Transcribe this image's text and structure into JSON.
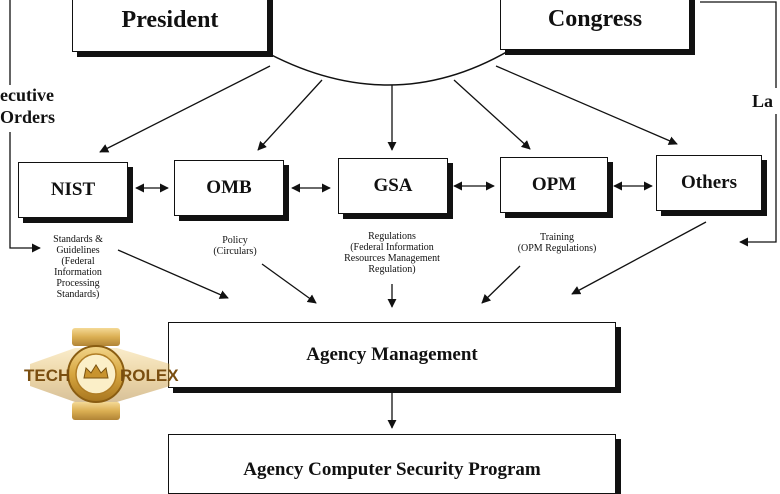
{
  "top": {
    "president": "President",
    "congress": "Congress"
  },
  "side": {
    "left_line1": "ecutive",
    "left_line2": "Orders",
    "right_line1": "La"
  },
  "agencies": {
    "nist": "NIST",
    "omb": "OMB",
    "gsa": "GSA",
    "opm": "OPM",
    "others": "Others"
  },
  "captions": {
    "nist": [
      "Standards &",
      "Guidelines",
      "(Federal",
      "Information",
      "Processing",
      "Standards)"
    ],
    "omb": [
      "Policy",
      "(Circulars)"
    ],
    "gsa": [
      "Regulations",
      "(Federal Information",
      "Resources Management",
      "Regulation)"
    ],
    "opm": [
      "Training",
      "(OPM Regulations)"
    ]
  },
  "management": "Agency Management",
  "program": "Agency Computer Security Program",
  "watermark": {
    "left": "TECH",
    "right": "ROLEX"
  }
}
